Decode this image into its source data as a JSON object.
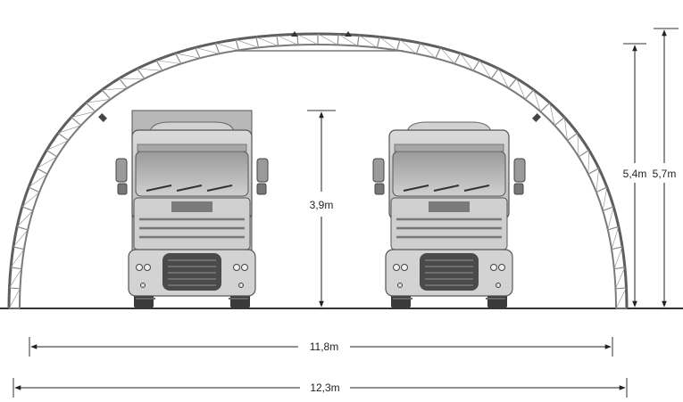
{
  "dimensions": {
    "truck_height": "3,9m",
    "inner_height": "5,4m",
    "outer_height": "5,7m",
    "inner_width": "11,8m",
    "outer_width": "12,3m"
  },
  "colors": {
    "arch": "#6a6a6a",
    "truck_body": "#c9c9c9",
    "truck_dark": "#4a4a4a",
    "cargo_box": "#b5b5b5",
    "line": "#333333"
  }
}
